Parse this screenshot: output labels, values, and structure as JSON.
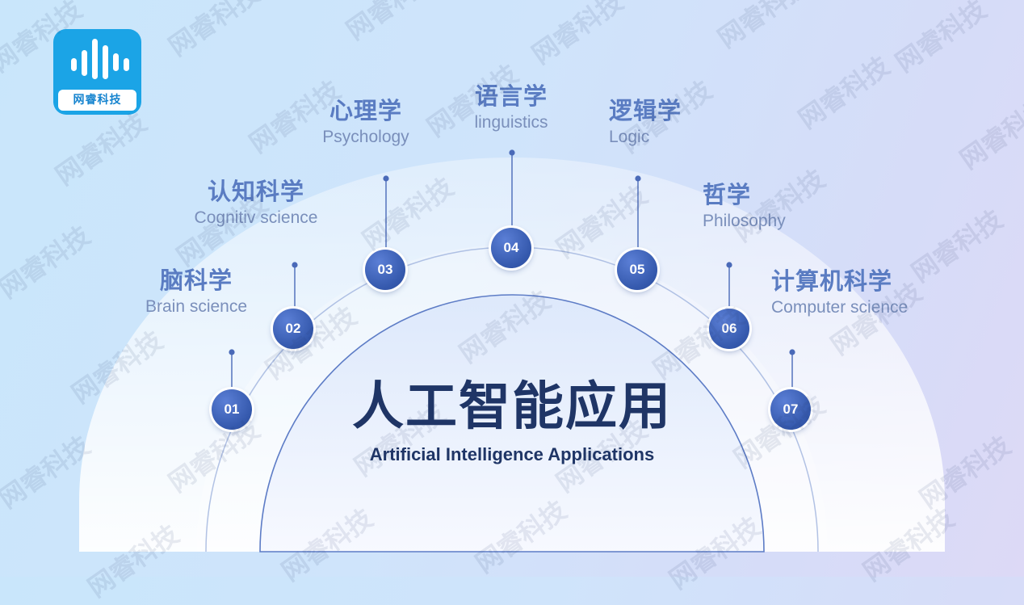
{
  "brand": {
    "logo_text": "网睿科技",
    "watermark_text": "网睿科技",
    "colors": {
      "primary": "#3458ac",
      "title": "#1f3566",
      "label": "#5a7cc2",
      "logo": "#1ba4e6"
    }
  },
  "title": {
    "cn": "人工智能应用",
    "en": "Artificial Intelligence Applications"
  },
  "nodes": [
    {
      "num": "01",
      "cn": "脑科学",
      "en": "Brain  science"
    },
    {
      "num": "02",
      "cn": "认知科学",
      "en": "Cognitiv science"
    },
    {
      "num": "03",
      "cn": "心理学",
      "en": "Psychology"
    },
    {
      "num": "04",
      "cn": "语言学",
      "en": "linguistics"
    },
    {
      "num": "05",
      "cn": "逻辑学",
      "en": "Logic"
    },
    {
      "num": "06",
      "cn": "哲学",
      "en": "Philosophy"
    },
    {
      "num": "07",
      "cn": "计算机科学",
      "en": "Computer  science"
    }
  ]
}
